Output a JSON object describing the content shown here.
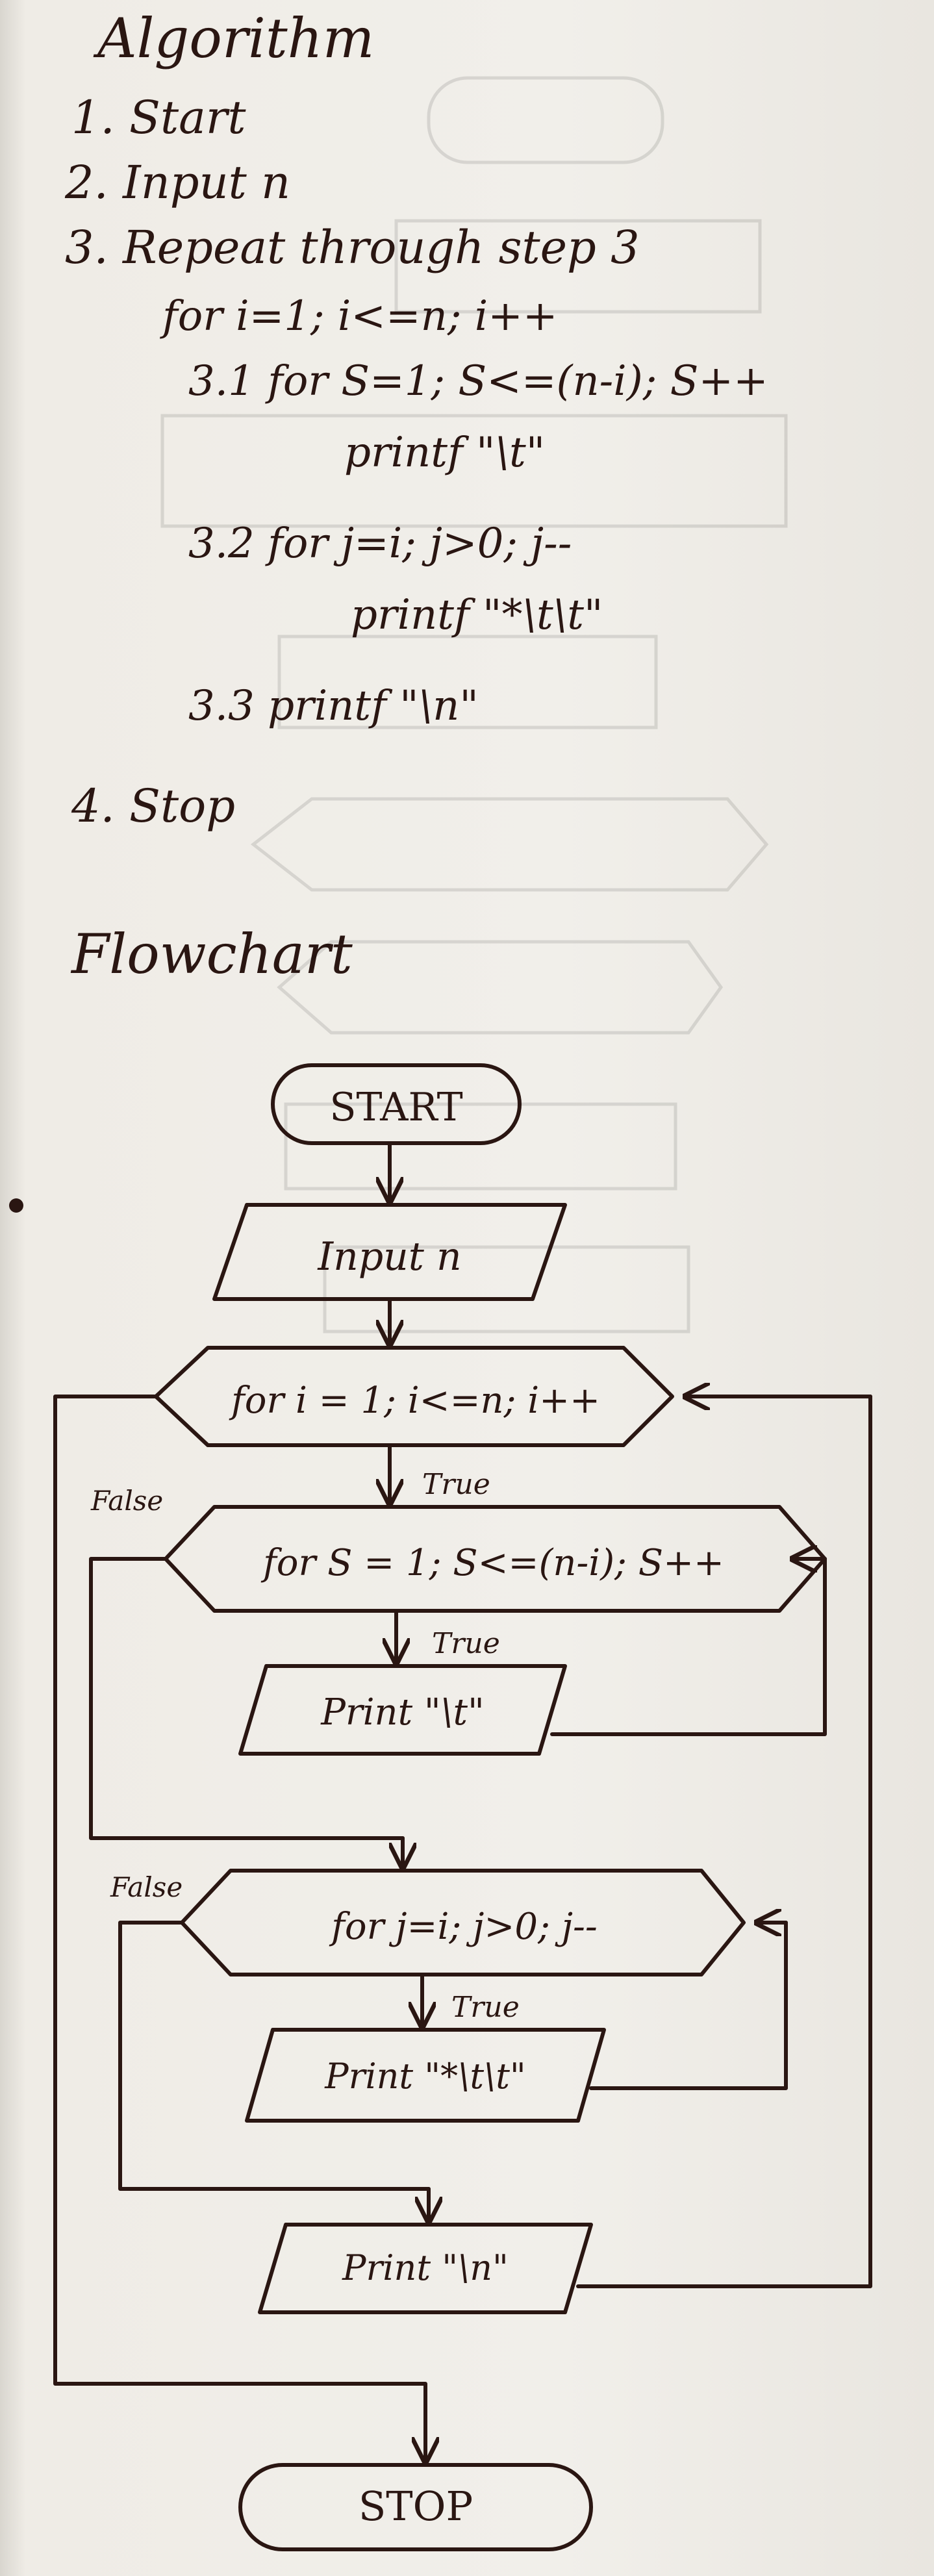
{
  "algorithm": {
    "heading": "Algorithm",
    "steps": [
      "1. Start",
      "2. Input n",
      "3. Repeat through step 3",
      "for i=1; i<=n; i++",
      "3.1 for S=1; S<=(n-i); S++",
      "printf \"\\t\"",
      "3.2 for j=i; j>0; j--",
      "printf \"*\\t\\t\"",
      "3.3 printf \"\\n\"",
      "4. Stop"
    ]
  },
  "flowchart": {
    "heading": "Flowchart",
    "start": "START",
    "input": "Input n",
    "loop_i": "for i = 1; i<=n; i++",
    "loop_s": "for S = 1; S<=(n-i); S++",
    "print_tab": "Print \"\\t\"",
    "loop_j": "for j=i; j>0; j--",
    "print_star": "Print \"*\\t\\t\"",
    "print_newline": "Print \"\\n\"",
    "stop": "STOP",
    "true_label": "True",
    "false_label": "False"
  },
  "colors": {
    "ink": "#2a1612",
    "paper": "#f1efea"
  }
}
